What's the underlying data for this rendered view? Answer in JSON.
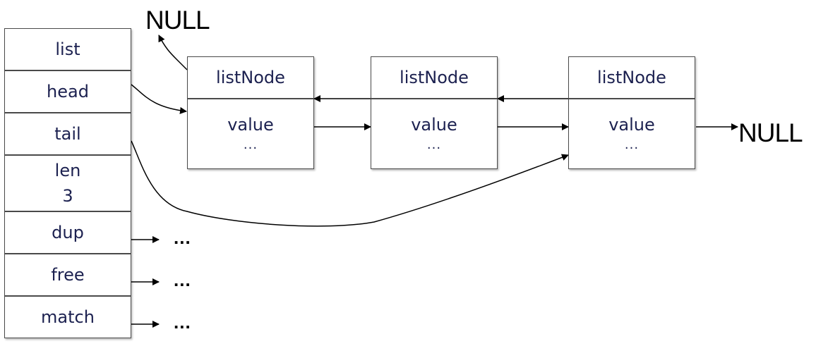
{
  "list_struct": {
    "title": "list",
    "fields": [
      {
        "label": "head"
      },
      {
        "label": "tail"
      },
      {
        "label": "len",
        "value": "3"
      },
      {
        "label": "dup"
      },
      {
        "label": "free"
      },
      {
        "label": "match"
      }
    ]
  },
  "nodes": [
    {
      "title": "listNode",
      "field": "value",
      "more": "..."
    },
    {
      "title": "listNode",
      "field": "value",
      "more": "..."
    },
    {
      "title": "listNode",
      "field": "value",
      "more": "..."
    }
  ],
  "null_label": "NULL",
  "fn_placeholder": "..."
}
